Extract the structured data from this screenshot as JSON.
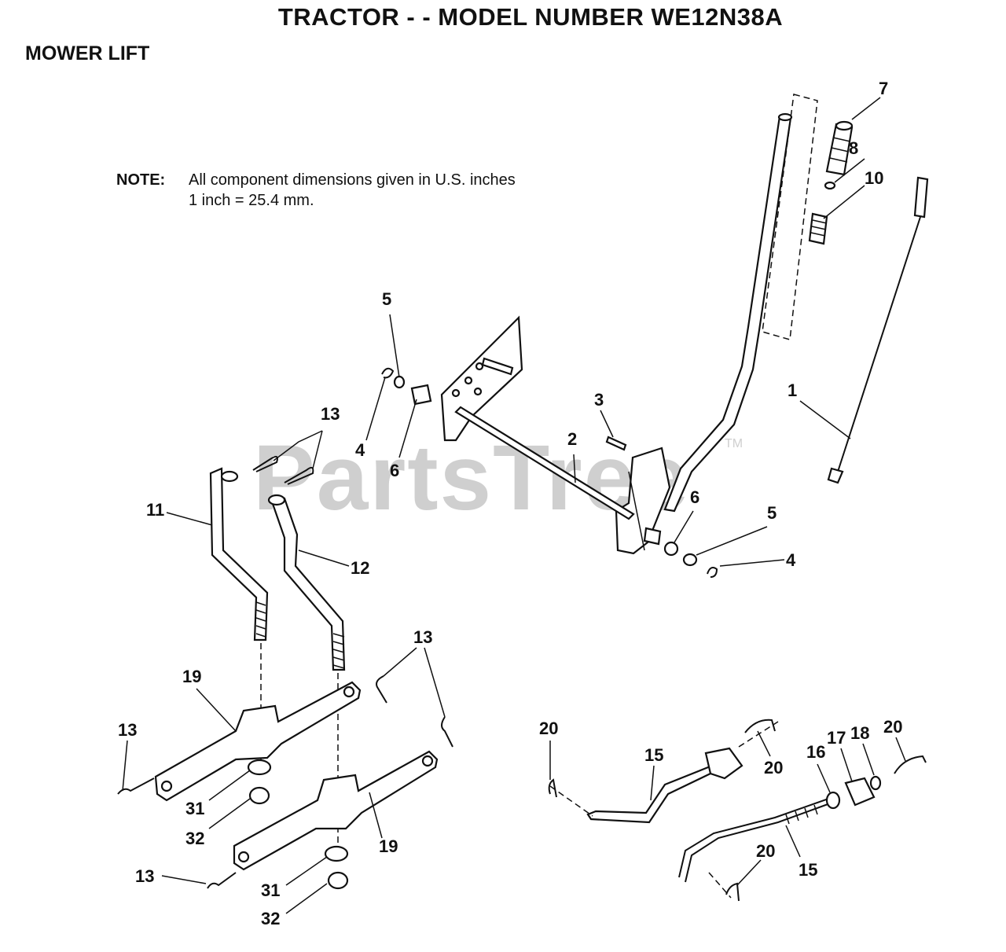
{
  "header": {
    "title": "TRACTOR - - MODEL NUMBER WE12N38A",
    "section": "MOWER LIFT"
  },
  "note": {
    "label": "NOTE:",
    "line1": "All component dimensions given in U.S. inches",
    "line2": "1 inch = 25.4 mm."
  },
  "watermark": {
    "text": "PartsTree",
    "tm": "TM"
  },
  "callouts": [
    {
      "id": "c7",
      "text": "7"
    },
    {
      "id": "c8",
      "text": "8"
    },
    {
      "id": "c10",
      "text": "10"
    },
    {
      "id": "c5a",
      "text": "5"
    },
    {
      "id": "c13a",
      "text": "13"
    },
    {
      "id": "c4a",
      "text": "4"
    },
    {
      "id": "c6a",
      "text": "6"
    },
    {
      "id": "c3",
      "text": "3"
    },
    {
      "id": "c2",
      "text": "2"
    },
    {
      "id": "c1",
      "text": "1"
    },
    {
      "id": "c11",
      "text": "11"
    },
    {
      "id": "c12",
      "text": "12"
    },
    {
      "id": "c6b",
      "text": "6"
    },
    {
      "id": "c5b",
      "text": "5"
    },
    {
      "id": "c4b",
      "text": "4"
    },
    {
      "id": "c13b",
      "text": "13"
    },
    {
      "id": "c19a",
      "text": "19"
    },
    {
      "id": "c13c",
      "text": "13"
    },
    {
      "id": "c31a",
      "text": "31"
    },
    {
      "id": "c32a",
      "text": "32"
    },
    {
      "id": "c19b",
      "text": "19"
    },
    {
      "id": "c13d",
      "text": "13"
    },
    {
      "id": "c31b",
      "text": "31"
    },
    {
      "id": "c32b",
      "text": "32"
    },
    {
      "id": "c20a",
      "text": "20"
    },
    {
      "id": "c15a",
      "text": "15"
    },
    {
      "id": "c20b",
      "text": "20"
    },
    {
      "id": "c16",
      "text": "16"
    },
    {
      "id": "c17",
      "text": "17"
    },
    {
      "id": "c18",
      "text": "18"
    },
    {
      "id": "c20c",
      "text": "20"
    },
    {
      "id": "c20d",
      "text": "20"
    },
    {
      "id": "c15b",
      "text": "15"
    }
  ]
}
